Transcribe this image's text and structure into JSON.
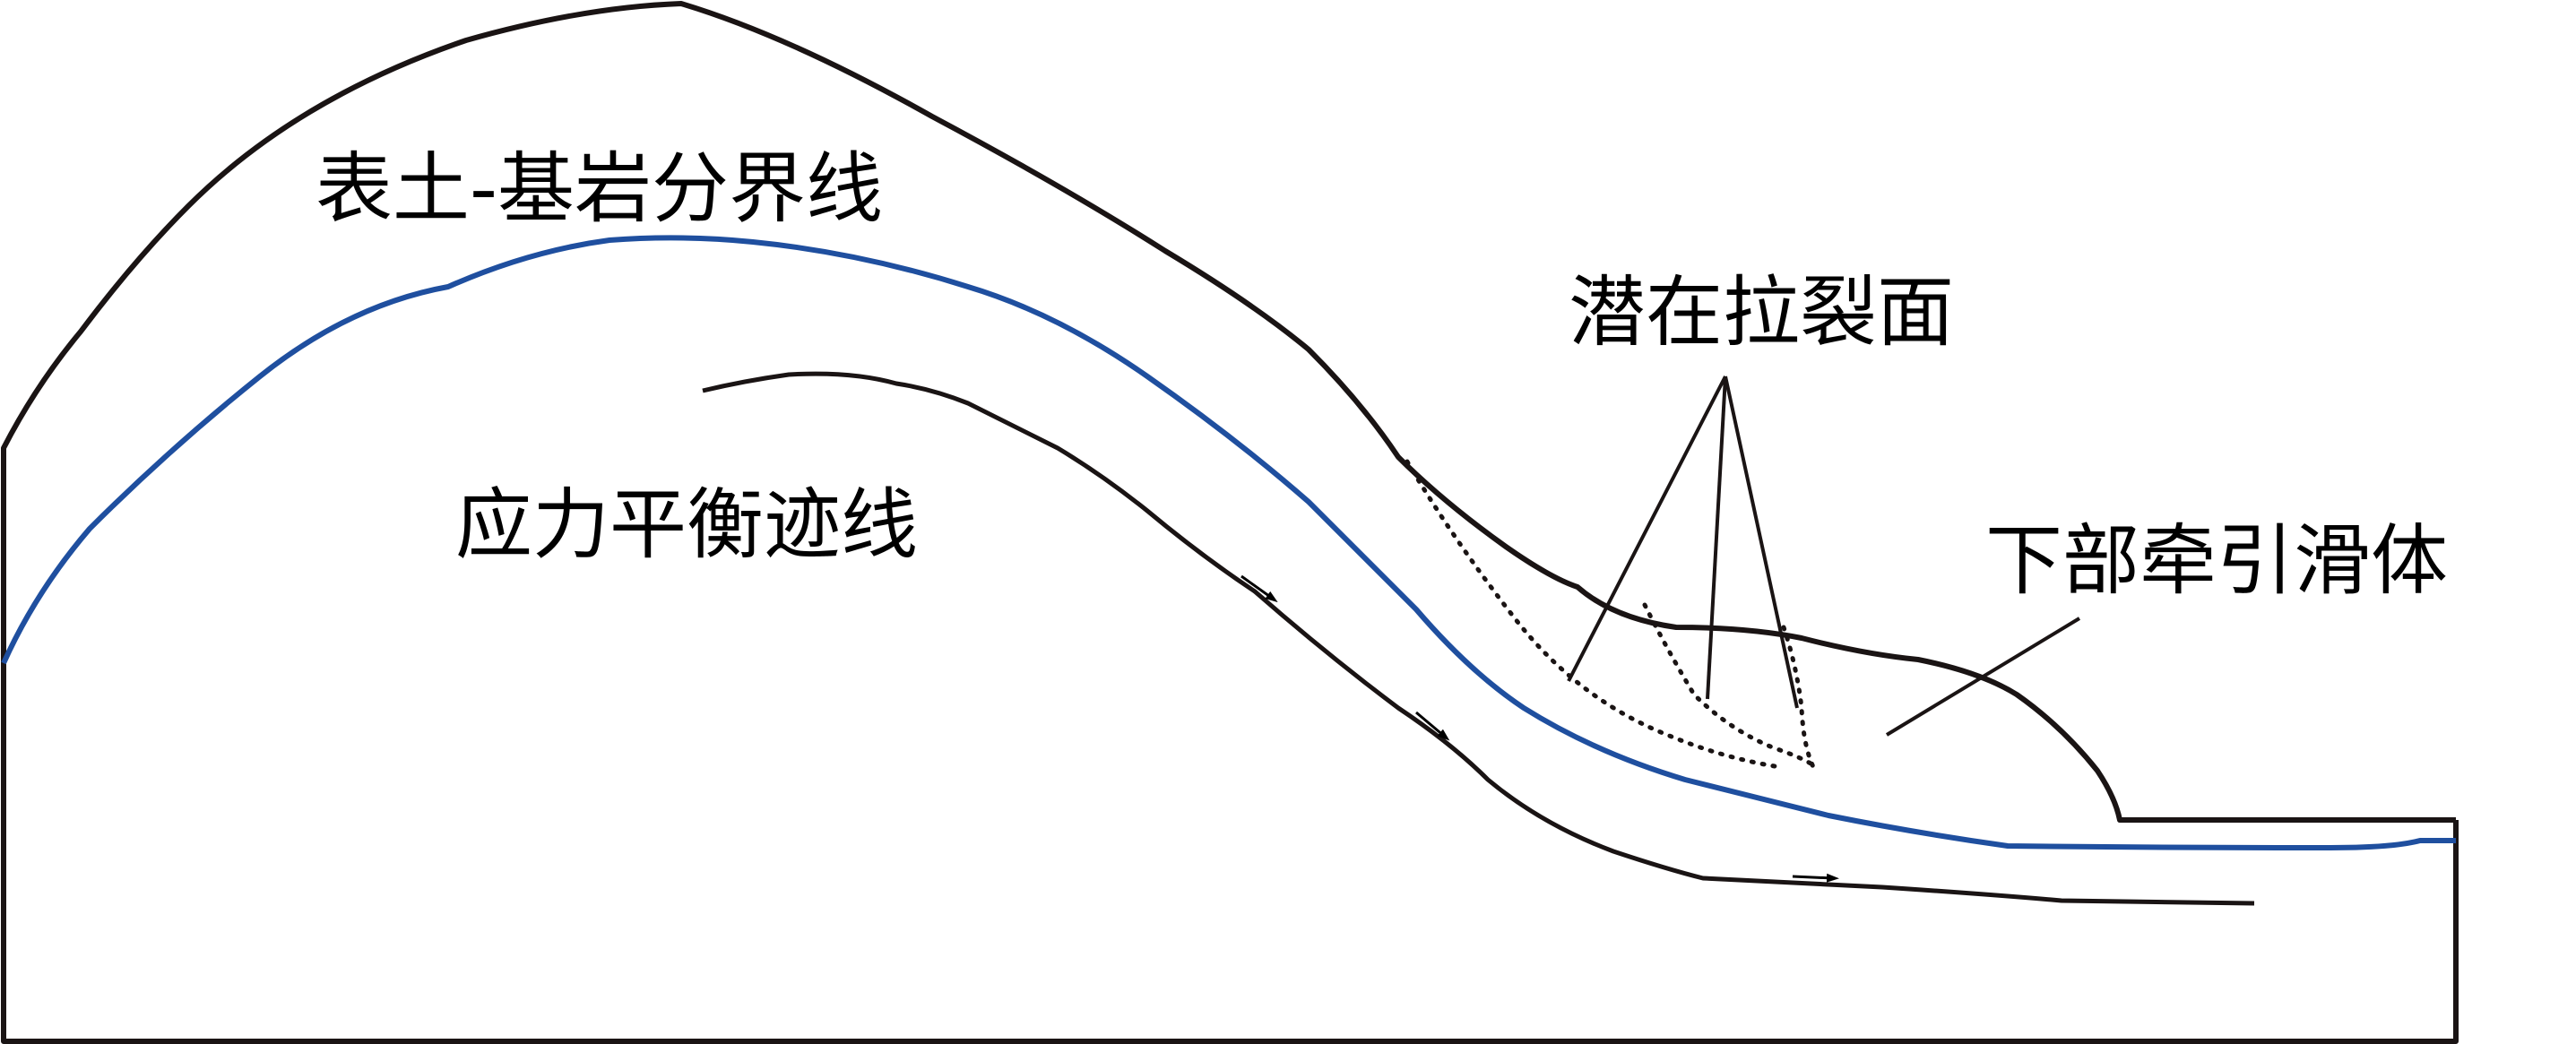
{
  "labels": {
    "soil_bedrock_boundary": "表土-基岩分界线",
    "stress_balance_trace": "应力平衡迹线",
    "potential_tension_cracks": "潜在拉裂面",
    "lower_traction_slide": "下部牵引滑体"
  },
  "colors": {
    "outline": "#1a1414",
    "boundary": "#1f4f9f",
    "text": "#000000"
  }
}
